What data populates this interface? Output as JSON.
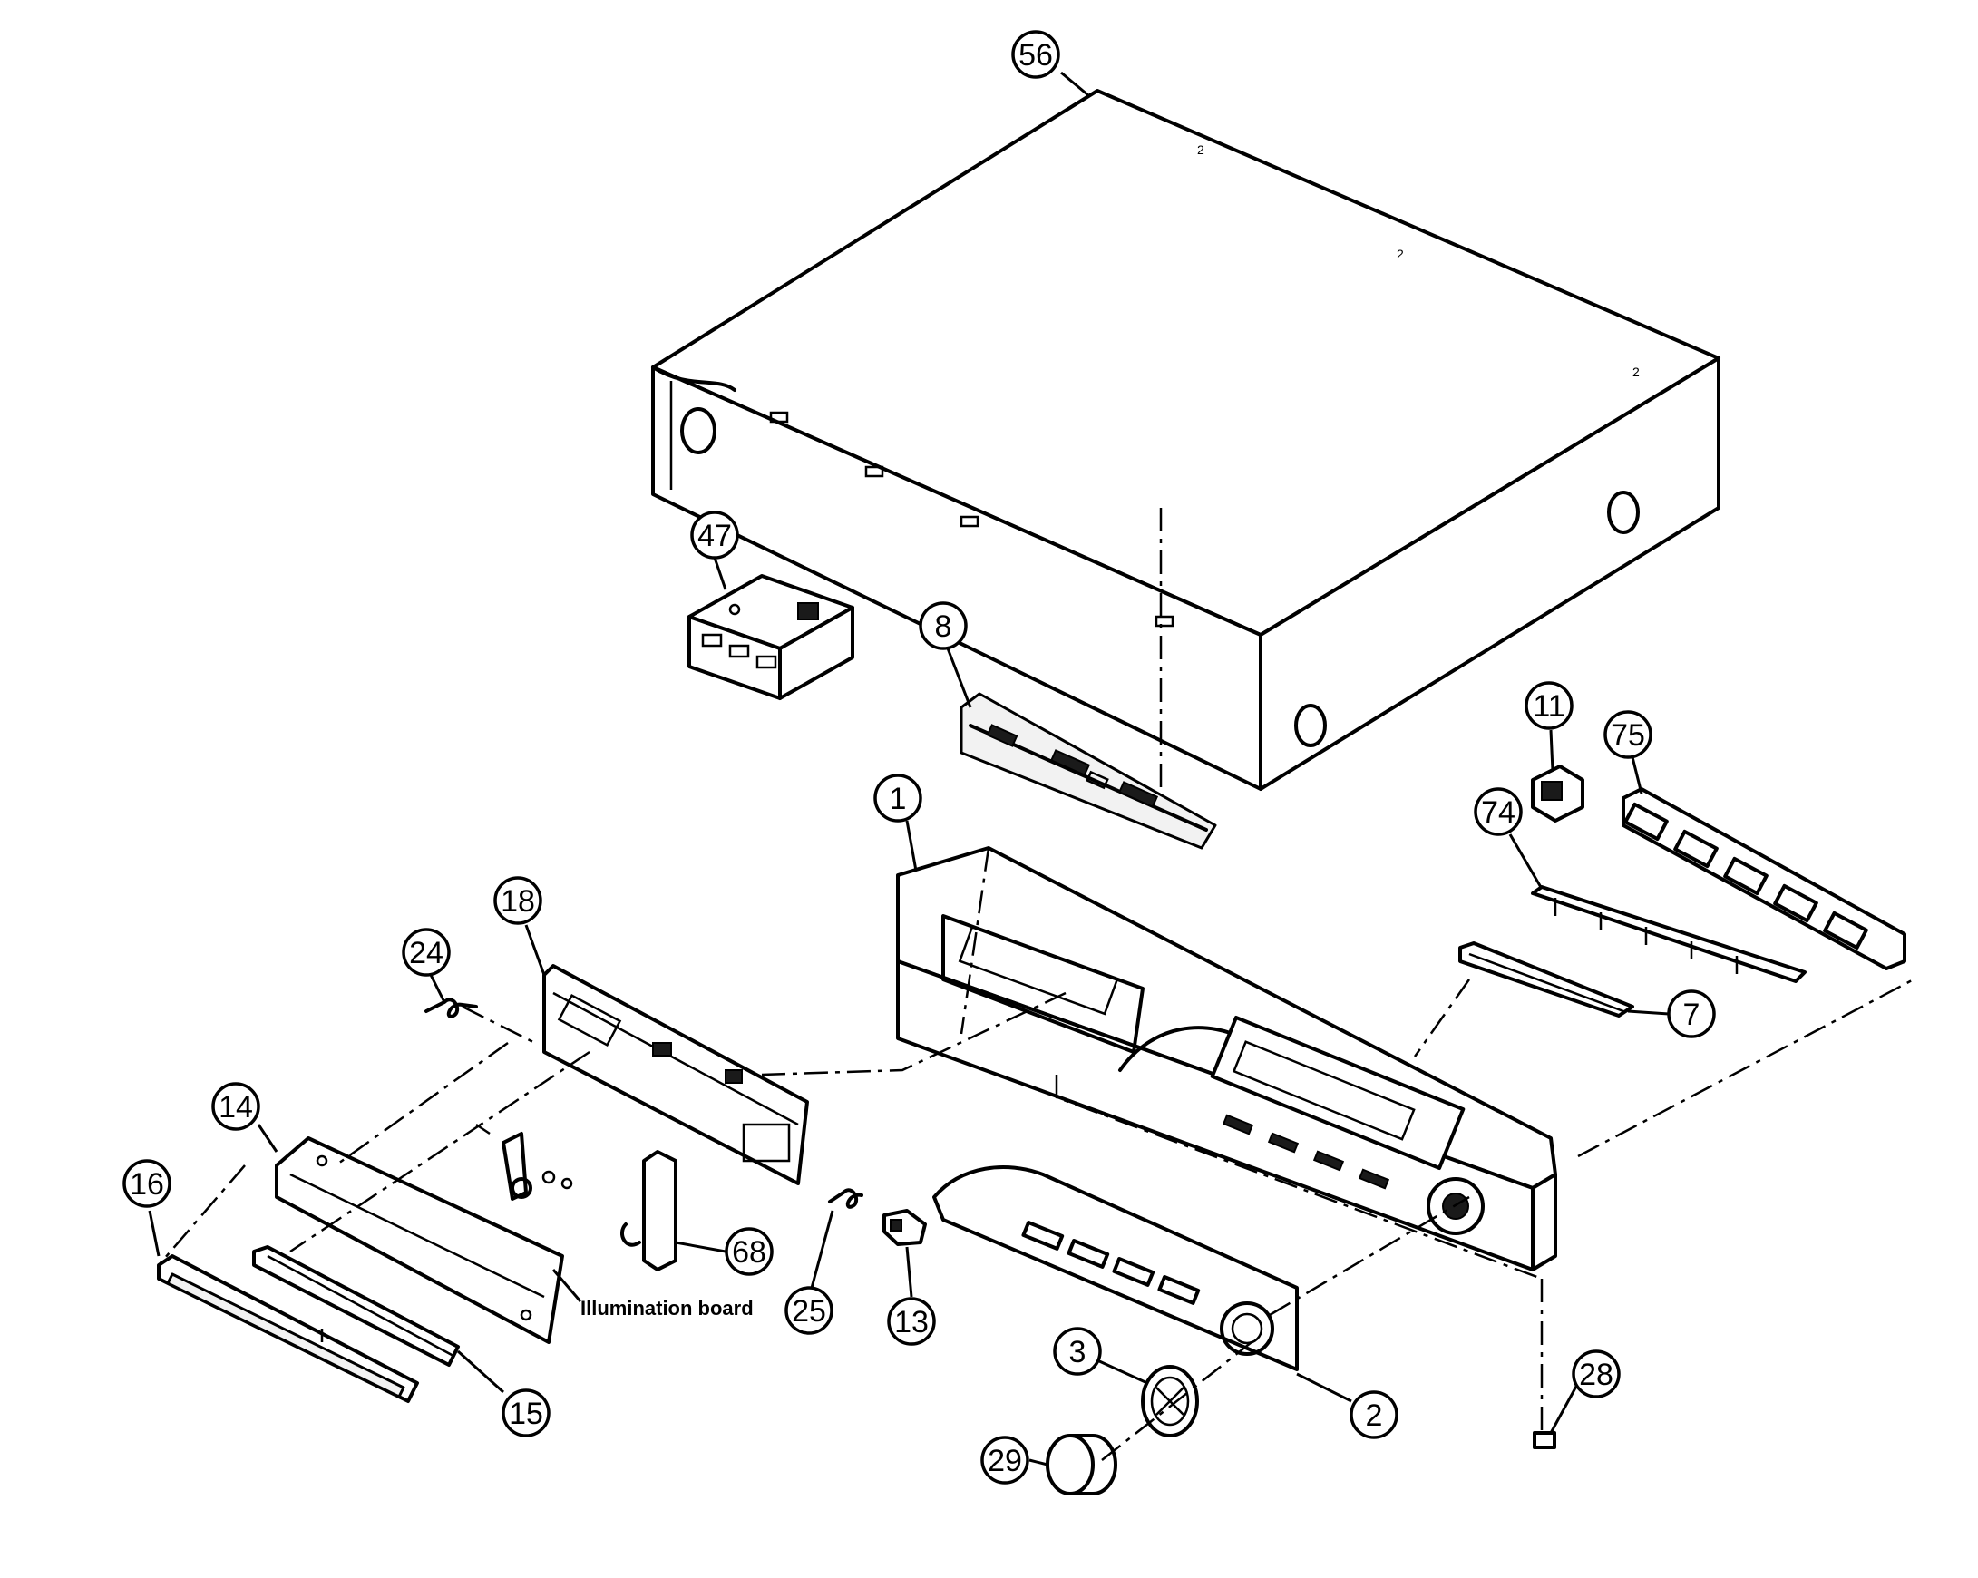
{
  "diagram": {
    "note_text": "Illumination board",
    "callouts": [
      {
        "id": "c56",
        "label": "56"
      },
      {
        "id": "c47",
        "label": "47"
      },
      {
        "id": "c8",
        "label": "8"
      },
      {
        "id": "c11",
        "label": "11"
      },
      {
        "id": "c75",
        "label": "75"
      },
      {
        "id": "c74",
        "label": "74"
      },
      {
        "id": "c1",
        "label": "1"
      },
      {
        "id": "c7",
        "label": "7"
      },
      {
        "id": "c18",
        "label": "18"
      },
      {
        "id": "c24",
        "label": "24"
      },
      {
        "id": "c14",
        "label": "14"
      },
      {
        "id": "c16",
        "label": "16"
      },
      {
        "id": "c68",
        "label": "68"
      },
      {
        "id": "c25",
        "label": "25"
      },
      {
        "id": "c13",
        "label": "13"
      },
      {
        "id": "c15",
        "label": "15"
      },
      {
        "id": "c3",
        "label": "3"
      },
      {
        "id": "c2",
        "label": "2"
      },
      {
        "id": "c29",
        "label": "29"
      },
      {
        "id": "c28",
        "label": "28"
      }
    ]
  }
}
